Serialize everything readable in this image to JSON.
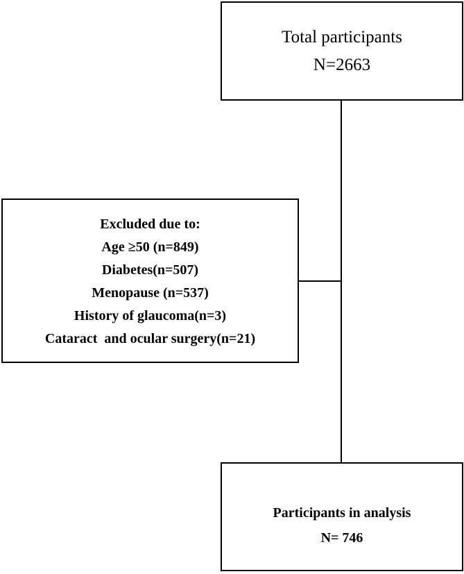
{
  "total": {
    "title": "Total participants",
    "count": "N=2663"
  },
  "excluded": {
    "heading": "Excluded due to:",
    "items": [
      "Age ≥50 (n=849)",
      "Diabetes(n=507)",
      "Menopause (n=537)",
      "History of glaucoma(n=3)",
      "Cataract  and ocular surgery(n=21)"
    ]
  },
  "analysis": {
    "title": "Participants in analysis",
    "count": "N= 746"
  },
  "colors": {
    "stroke": "#000000",
    "background": "#ffffff"
  }
}
